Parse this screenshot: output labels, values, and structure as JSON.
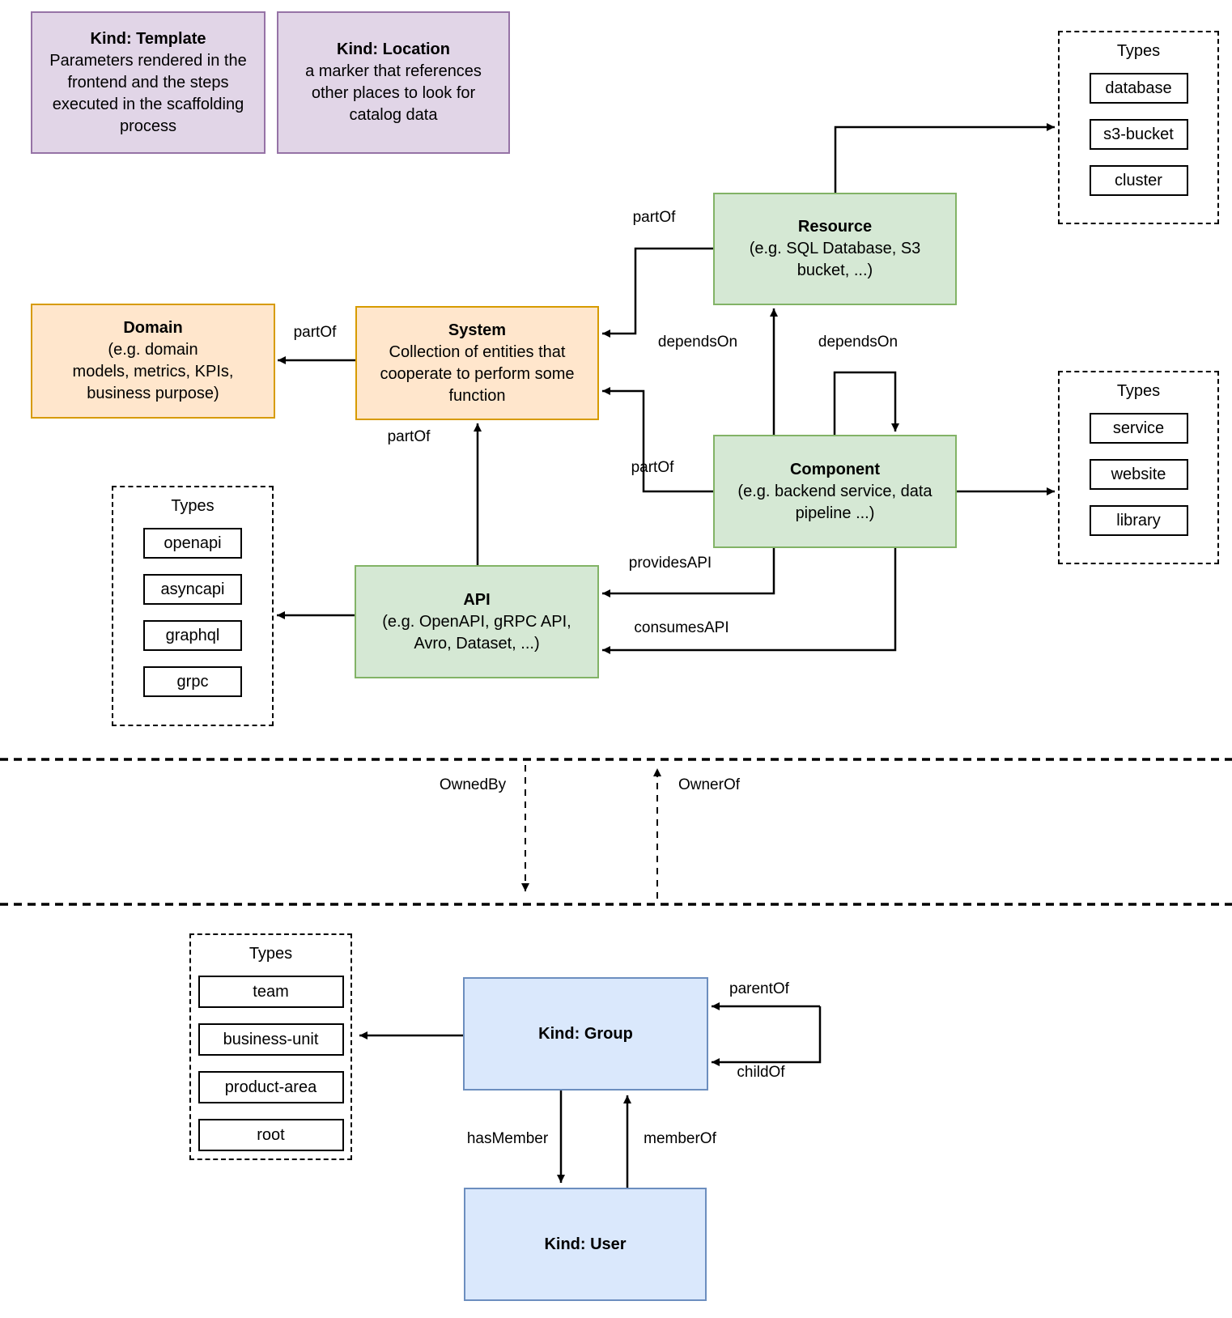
{
  "diagram": {
    "nodes": {
      "template": {
        "title": "Kind: Template",
        "description": "Parameters rendered in the\nfrontend and the steps\nexecuted in  the scaffolding\nprocess"
      },
      "location": {
        "title": "Kind: Location",
        "description": "a marker that references\nother places to look for\ncatalog data"
      },
      "resource": {
        "title": "Resource",
        "description": "(e.g. SQL Database, S3\nbucket, ...)"
      },
      "domain": {
        "title": "Domain",
        "description": "(e.g.  domain\nmodels, metrics, KPIs,\nbusiness purpose)"
      },
      "system": {
        "title": "System",
        "description": "Collection of entities that\ncooperate to perform some\nfunction"
      },
      "component": {
        "title": "Component",
        "description": "(e.g. backend service, data\npipeline ...)"
      },
      "api": {
        "title": "API",
        "description": "(e.g. OpenAPI, gRPC API,\nAvro, Dataset, ...)"
      },
      "group": {
        "title": "Kind: Group"
      },
      "user": {
        "title": "Kind: User"
      }
    },
    "types_boxes": {
      "resource_types": {
        "title": "Types",
        "items": [
          "database",
          "s3-bucket",
          "cluster"
        ]
      },
      "component_types": {
        "title": "Types",
        "items": [
          "service",
          "website",
          "library"
        ]
      },
      "api_types": {
        "title": "Types",
        "items": [
          "openapi",
          "asyncapi",
          "graphql",
          "grpc"
        ]
      },
      "group_types": {
        "title": "Types",
        "items": [
          "team",
          "business-unit",
          "product-area",
          "root"
        ]
      }
    },
    "edge_labels": {
      "part_of": "partOf",
      "depends_on": "dependsOn",
      "provides_api": "providesAPI",
      "consumes_api": "consumesAPI",
      "owned_by": "OwnedBy",
      "owner_of": "OwnerOf",
      "parent_of": "parentOf",
      "child_of": "childOf",
      "has_member": "hasMember",
      "member_of": "memberOf"
    },
    "colors": {
      "purple_fill": "#E1D5E7",
      "purple_border": "#9673A6",
      "orange_fill": "#FFE6CC",
      "orange_border": "#D79B00",
      "green_fill": "#D5E8D4",
      "green_border": "#82B366",
      "blue_fill": "#DAE8FC",
      "blue_border": "#6C8EBF",
      "line": "#000000",
      "background": "#FFFFFF"
    }
  }
}
